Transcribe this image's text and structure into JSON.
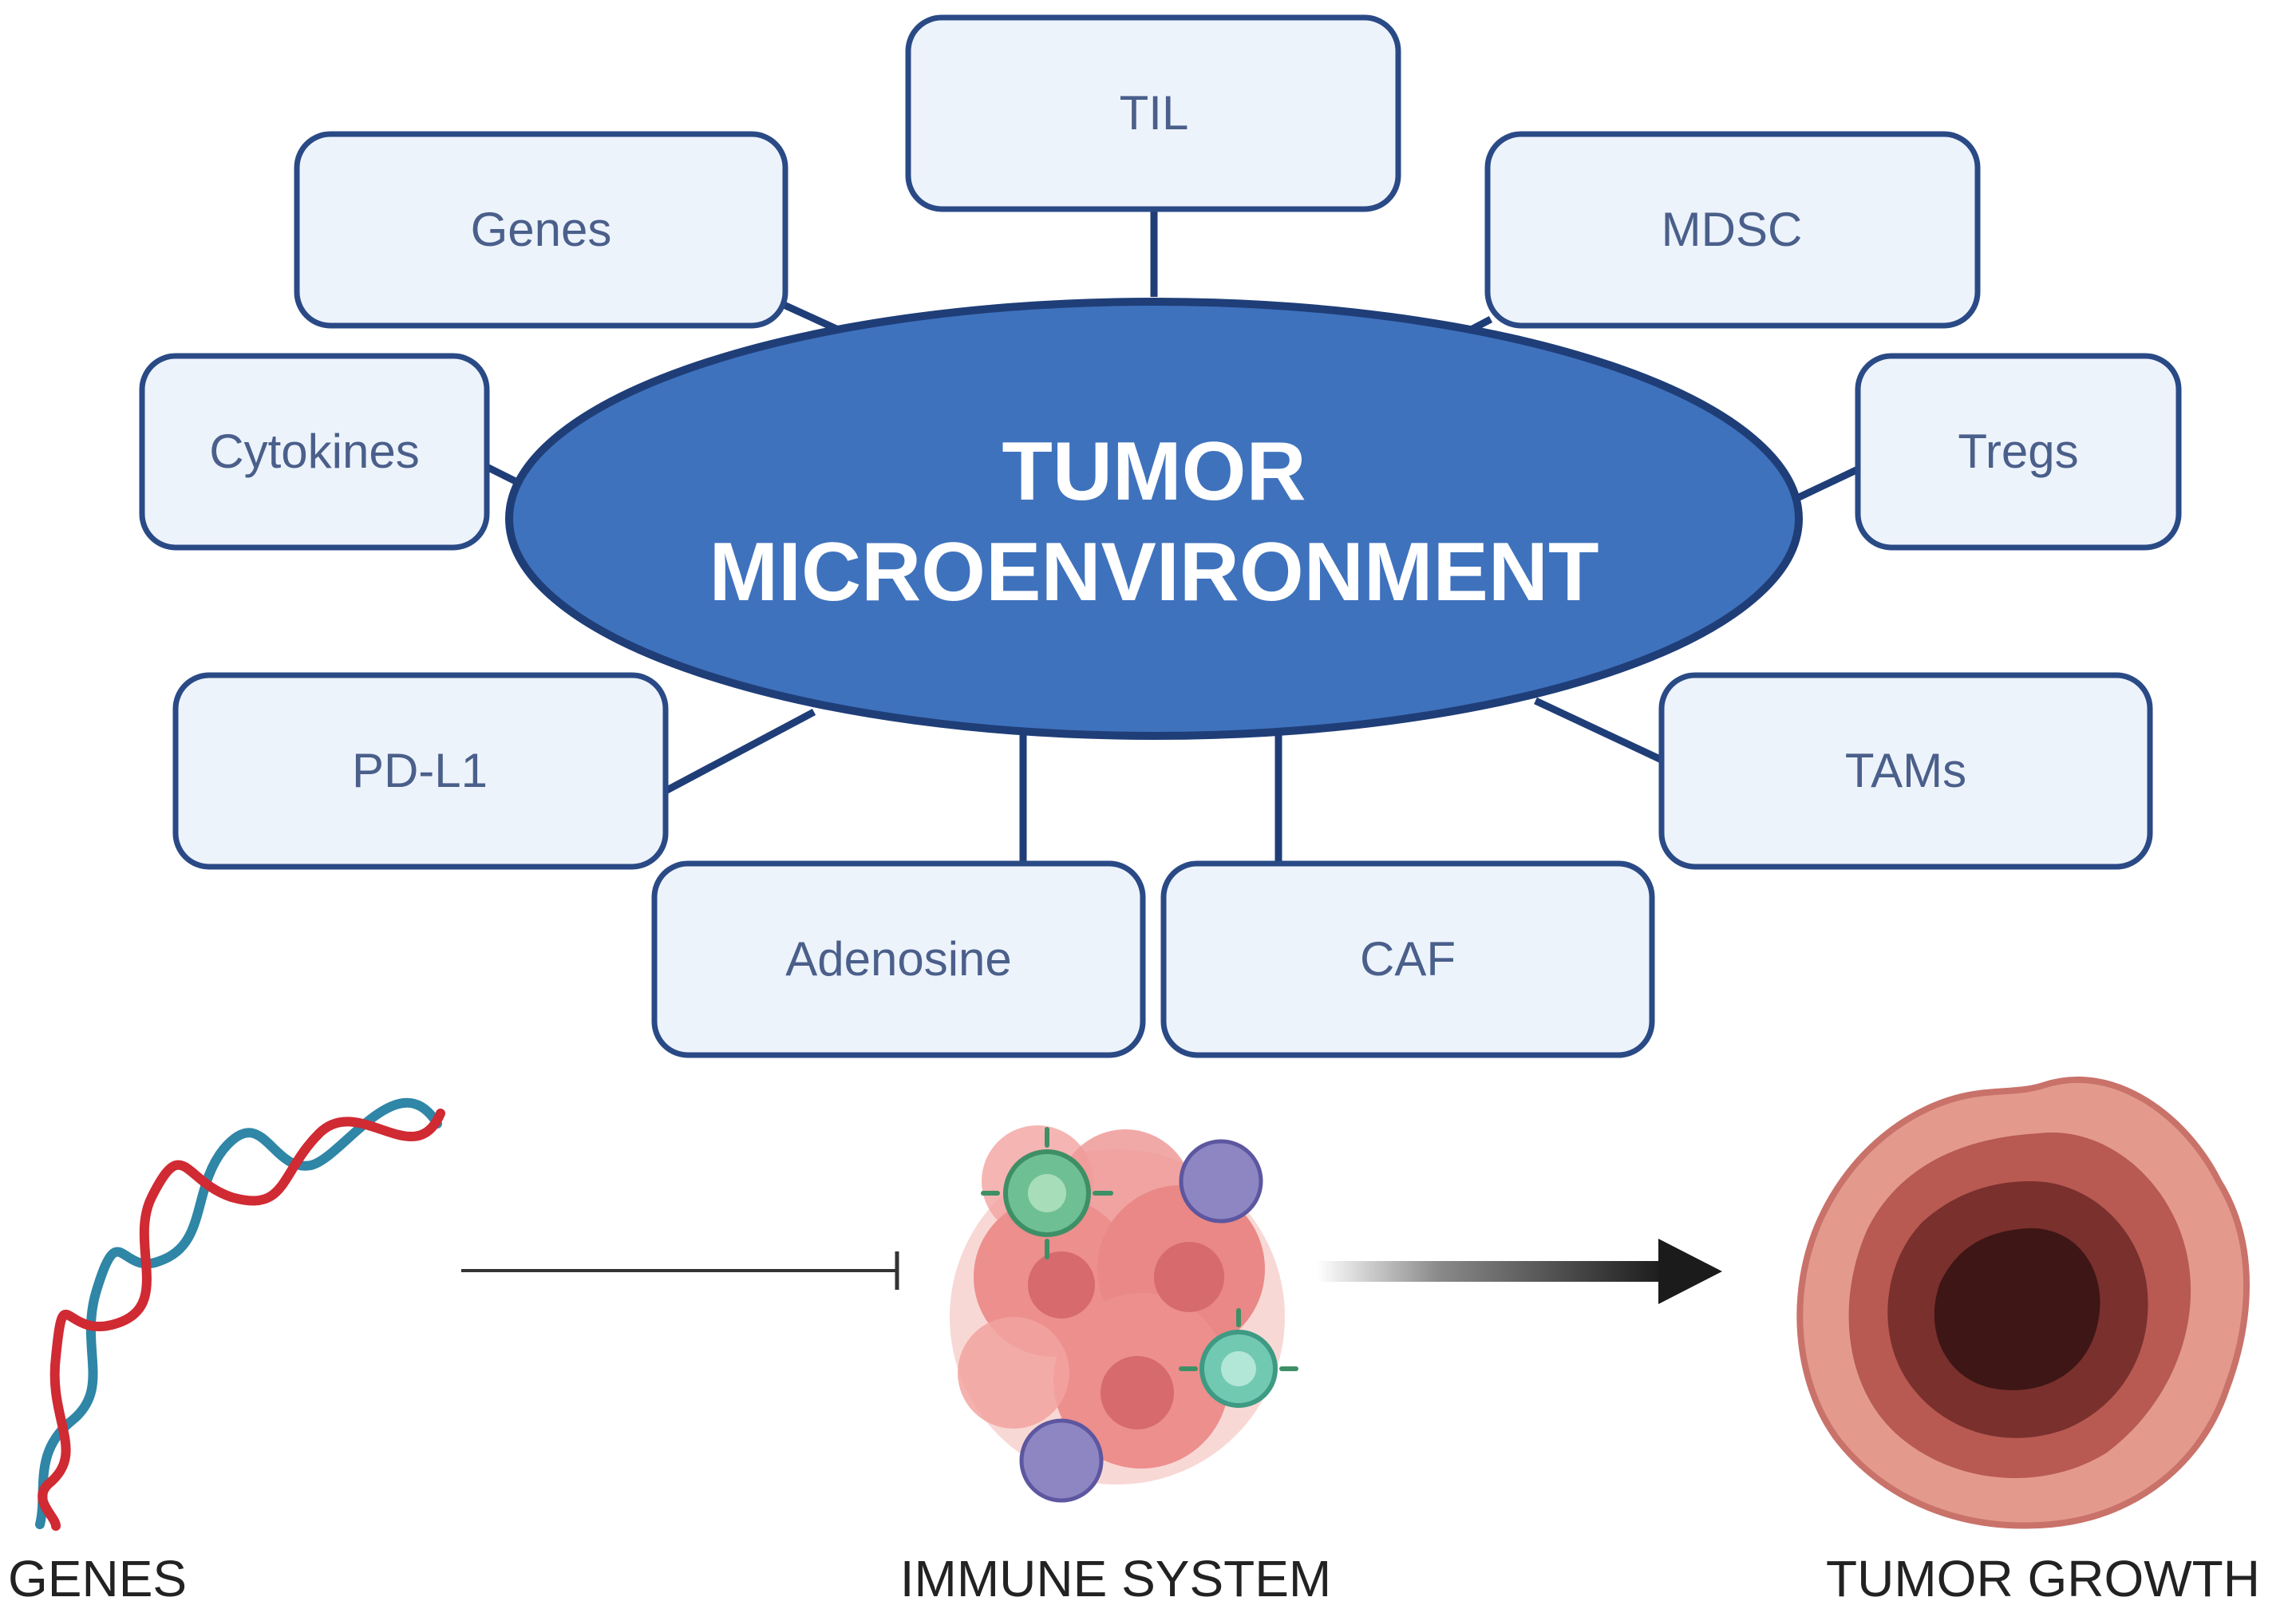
{
  "center": {
    "line1": "TUMOR",
    "line2": "MICROENVIRONMENT"
  },
  "nodes": {
    "til": "TIL",
    "genes": "Genes",
    "mdsc": "MDSC",
    "cytokines": "Cytokines",
    "tregs": "Tregs",
    "pdl1": "PD-L1",
    "tams": "TAMs",
    "adenosine": "Adenosine",
    "caf": "CAF"
  },
  "bottom": {
    "genes": "GENES",
    "immune_system": "IMMUNE SYSTEM",
    "tumor_growth": "TUMOR GROWTH"
  },
  "colors": {
    "ellipse_fill": "#3f72bd",
    "ellipse_stroke": "#1f3e78",
    "box_fill": "#edf3fb",
    "box_stroke": "#2a4a86",
    "connector": "#1f3e78",
    "dna_red": "#d02a33",
    "dna_blue": "#2f86a6"
  }
}
